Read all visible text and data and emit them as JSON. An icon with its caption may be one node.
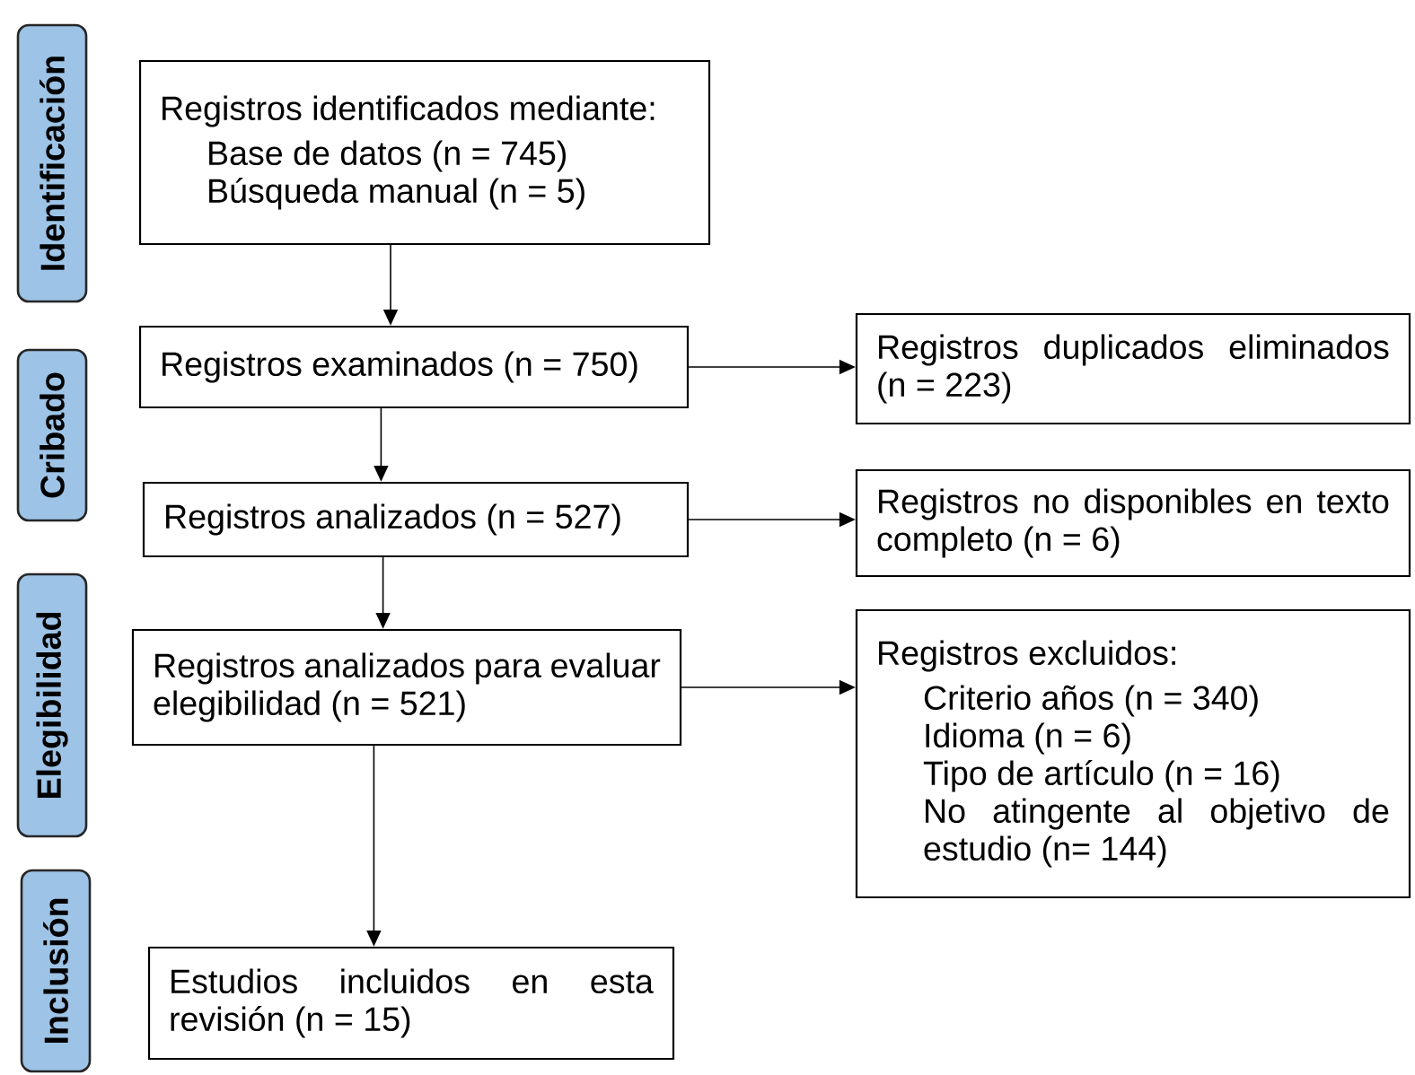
{
  "diagram": {
    "nodes": [
      {
        "text": [
          "Identificación"
        ]
      },
      {
        "text": [
          "Registros identificados mediante:",
          "Base de datos (n = 745)",
          "Búsqueda manual (n = 5)"
        ]
      },
      {
        "text": [
          "Cribado"
        ]
      },
      {
        "text": [
          "Registros examinados (n = 750)"
        ]
      },
      {
        "text": [
          "Registros duplicados eliminados (n = 223)"
        ]
      },
      {
        "text": [
          "Registros analizados (n = 527)"
        ]
      },
      {
        "text": [
          "Registros no disponibles en texto completo (n = 6)"
        ]
      },
      {
        "text": [
          "Elegibilidad"
        ]
      },
      {
        "text": [
          "Registros analizados para evaluar elegibilidad (n = 521)"
        ]
      },
      {
        "text": [
          "Registros excluidos:",
          "Criterio años (n = 340)",
          "Idioma (n = 6)",
          "Tipo de artículo (n = 16)",
          "No atingente al objetivo de estudio (n= 144)"
        ]
      },
      {
        "text": [
          "Inclusión"
        ]
      },
      {
        "text": [
          "Estudios incluidos en esta revisión (n = 15)"
        ]
      }
    ],
    "edges": [
      {
        "from": 1,
        "to": 3,
        "arrow": "to"
      },
      {
        "from": 3,
        "to": 5,
        "arrow": "to"
      },
      {
        "from": 5,
        "to": 8,
        "arrow": "to"
      },
      {
        "from": 8,
        "to": 11,
        "arrow": "to"
      },
      {
        "from": 3,
        "to": 4,
        "arrow": "to"
      },
      {
        "from": 5,
        "to": 6,
        "arrow": "to"
      },
      {
        "from": 8,
        "to": 9,
        "arrow": "to"
      }
    ]
  }
}
